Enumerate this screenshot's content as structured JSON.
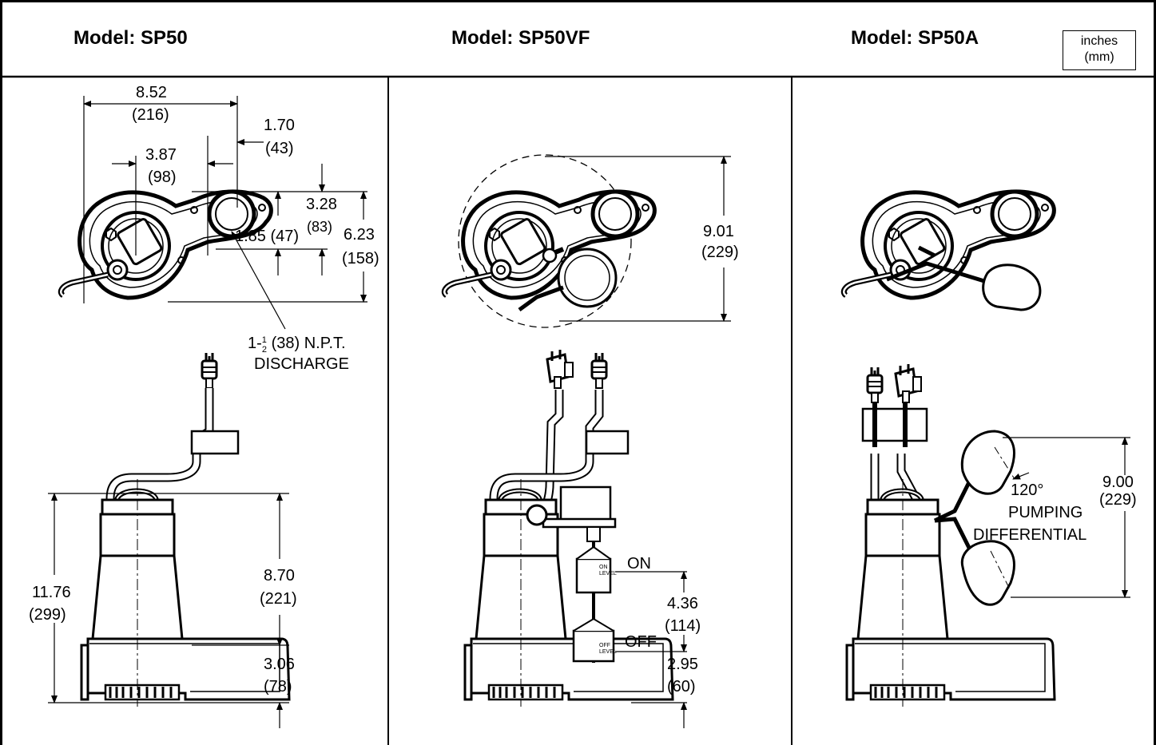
{
  "models": [
    {
      "title": "Model: SP50"
    },
    {
      "title": "Model: SP50VF"
    },
    {
      "title": "Model: SP50A"
    }
  ],
  "units": {
    "line1": "inches",
    "line2": "(mm)"
  },
  "sp50": {
    "width": "8.52",
    "width_mm": "(216)",
    "offset": "1.70",
    "offset_mm": "(43)",
    "center": "3.87",
    "center_mm": "(98)",
    "depth1": "3.28",
    "depth2": "1.85 (47)",
    "depth2_mm": "(83)",
    "depth_total": "6.23",
    "depth_total_mm": "(158)",
    "discharge_1": "1-",
    "discharge_num": "1",
    "discharge_den": "2",
    "discharge_2": " (38) N.P.T.",
    "discharge_3": "DISCHARGE",
    "height": "11.76",
    "height_mm": "(299)",
    "body": "8.70",
    "body_mm": "(221)",
    "base": "3.06",
    "base_mm": "(78)"
  },
  "sp50vf": {
    "swing": "9.01",
    "swing_mm": "(229)",
    "on": "ON",
    "off": "OFF",
    "on_level": [
      "ON",
      "LEVEL"
    ],
    "off_level": [
      "OFF",
      "LEVEL"
    ],
    "diff": "4.36",
    "diff_mm": "(114)",
    "off_height": "2.95",
    "off_height_mm": "(60)"
  },
  "sp50a": {
    "angle": "120°",
    "pumping": "PUMPING",
    "differential": "DIFFERENTIAL",
    "diff": "9.00",
    "diff_mm": "(229)"
  }
}
